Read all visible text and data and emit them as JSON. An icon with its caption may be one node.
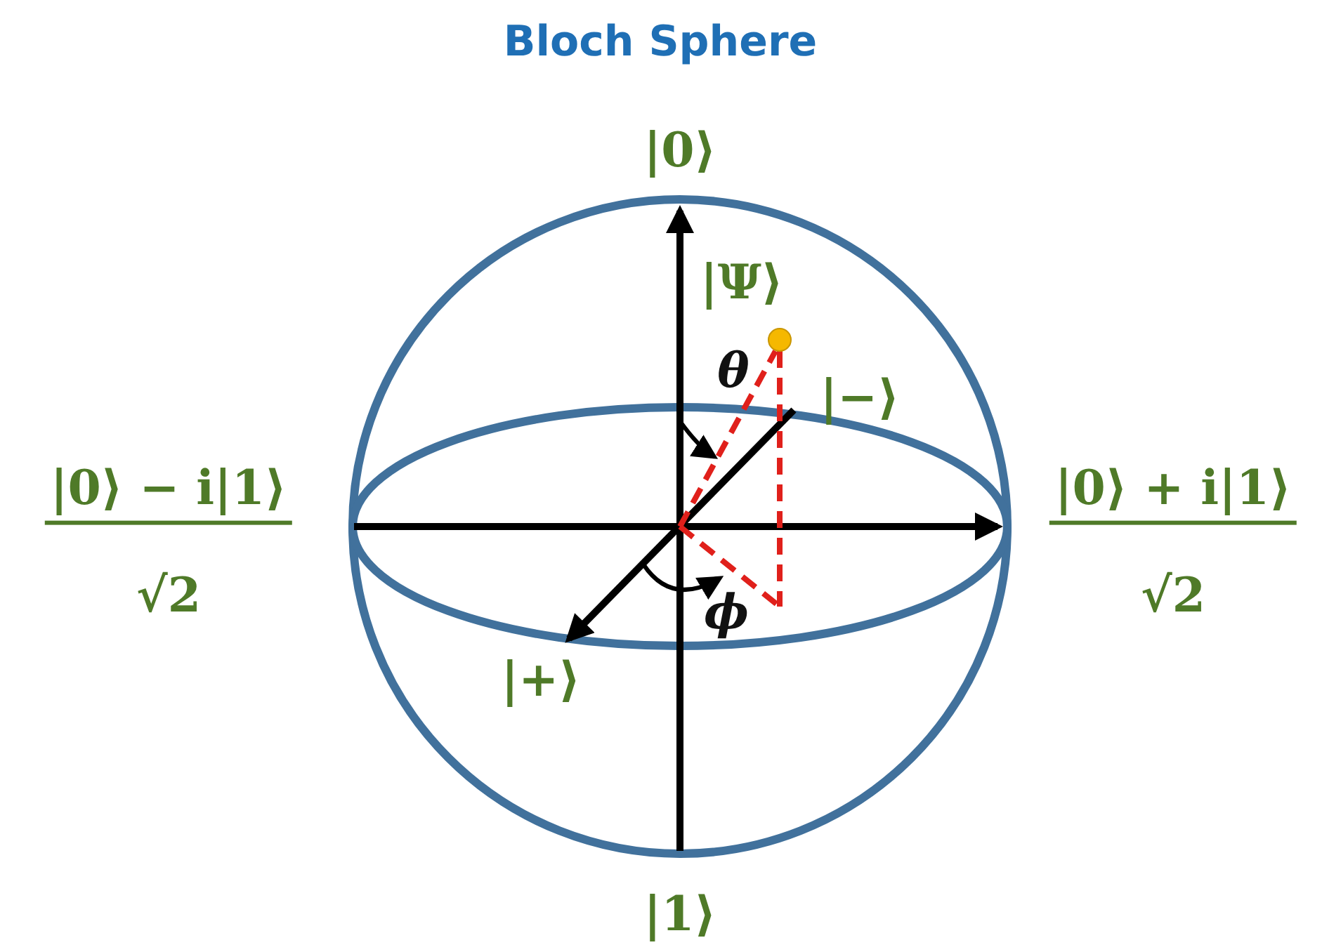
{
  "diagram": {
    "title": "Bloch Sphere",
    "labels": [
      "|0⟩",
      "|Ψ⟩",
      "θ",
      "|−⟩",
      "|0⟩ − i|1⟩",
      "√2",
      "|0⟩ + i|1⟩",
      "√2",
      "ϕ",
      "|+⟩",
      "|1⟩"
    ]
  }
}
